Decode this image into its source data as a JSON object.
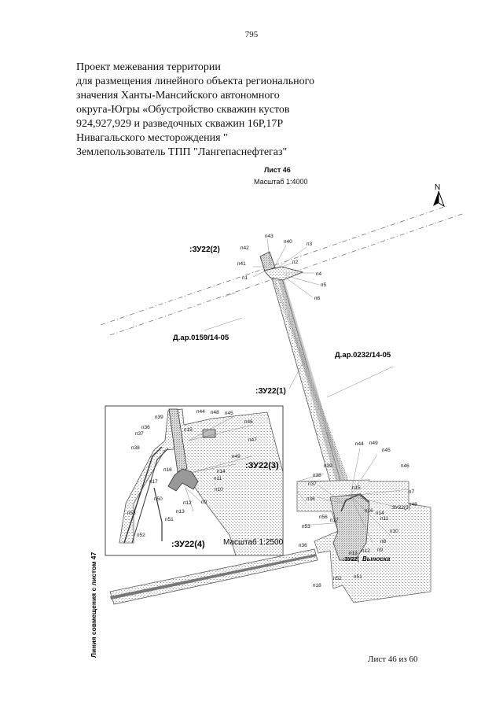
{
  "page": {
    "number": "795",
    "title_lines": [
      "Проект межевания территории",
      "для размещения линейного объекта регионального",
      "значения Ханты-Мансийского автономного",
      "округа-Югры «Обустройство скважин кустов",
      "924,927,929 и разведочных скважин 16Р,17Р",
      "Нивагальского месторождения \"",
      "Землепользователь ТПП \"Лангепаснефтегаз\""
    ],
    "footer": "Лист 46 из 60"
  },
  "map": {
    "sheet_title": "Лист 46",
    "scale": "Масштаб 1:4000",
    "north": "N",
    "parcel_labels": {
      "zu22_2": ":ЗУ22(2)",
      "zu22_1": ":ЗУ22(1)",
      "zu22_3": ":ЗУ22(3)",
      "zu22_3_small": ":ЗУ22(3)",
      "zu22_4": ":ЗУ22(4)",
      "zu22_4_small": ":ЗУ22("
    },
    "lease_labels": {
      "lease_a": "Д.ар.0159/14-05",
      "lease_b": "Д.ар.0232/14-05"
    },
    "callout": "Выноска",
    "inset_scale": "Масштаб 1:2500",
    "side_label": "Линия совмещения с листом 47",
    "points_top": [
      "п43",
      "п40",
      "п3",
      "п42",
      "п2",
      "п41",
      "п4",
      "п1",
      "п5",
      "п6"
    ],
    "points_main": [
      "п44",
      "п49",
      "п45",
      "п46",
      "п39",
      "п38",
      "п37",
      "п36",
      "п7",
      "п15",
      "п14",
      "п16",
      "п11",
      "п48",
      "п10",
      "п56",
      "п17",
      "п53",
      "п12",
      "п9",
      "п8",
      "п13",
      "п52",
      "п51",
      "п18"
    ],
    "points_inset": [
      "п39",
      "п44",
      "п48",
      "п45",
      "п46",
      "п37",
      "п36",
      "п15",
      "п47",
      "п38",
      "п49",
      "п16",
      "п14",
      "п11",
      "п17",
      "п10",
      "п50",
      "п12",
      "п9",
      "п13",
      "п53",
      "п51",
      "п52"
    ]
  }
}
